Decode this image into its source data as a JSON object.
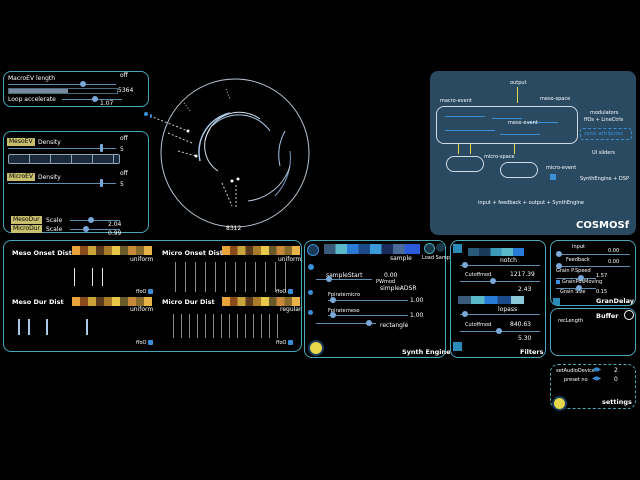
{
  "macro": {
    "length_label": "MacroEV length",
    "length_off": "off",
    "length_value": "5364",
    "loop_label": "Loop accelerate",
    "loop_value": "1.07"
  },
  "density": {
    "meso_tag": "MesoEV",
    "meso_label": "Density",
    "meso_off": "off",
    "meso_value": "5",
    "micro_tag": "MicroEV",
    "micro_label": "Density",
    "micro_off": "off",
    "micro_value": "5",
    "mesodur_tag": "MesoDur",
    "mesodur_label": "Scale",
    "mesodur_value": "2.04",
    "microdur_tag": "MicroDur",
    "microdur_label": "Scale",
    "microdur_value": "0.99"
  },
  "circle_readout": "8312",
  "diagram": {
    "output": "output",
    "macro_event": "macro-event",
    "meso_space": "meso-space",
    "meso_event": "meso-event",
    "micro_space": "micro-space",
    "micro_event": "micro-event",
    "modulators": "modulators",
    "modulators_sub": "ffOs + LineCtrls",
    "sonic_attributes": "sonic attributes",
    "ui_sliders": "UI sliders",
    "synth_engine_dsp": "SynthEngine + DSP",
    "input_line": "input + feedback + output + SynthEngine",
    "brand": "COSMOSf"
  },
  "dist": {
    "meso_onset": "Meso Onset Dist",
    "meso_onset_mode": "uniform",
    "meso_onset_ffo": "ffoO",
    "micro_onset": "Micro Onset Dist",
    "micro_onset_mode": "uniform",
    "micro_onset_ffo": "ffoO",
    "meso_dur": "Meso Dur  Dist",
    "meso_dur_mode": "uniform",
    "meso_dur_ffo": "ffoO",
    "micro_dur": "Micro Dur Dist",
    "micro_dur_mode": "regular",
    "micro_dur_ffo": "ffoO"
  },
  "synth": {
    "sample": "sample",
    "load_samp": "Load Samp",
    "sample_start": "sampleStart",
    "sample_start_value": "0.00",
    "pwmod": "PWmod",
    "simple_adsr": "simpleADSR",
    "fpirate_micro": "Fpirate",
    "micro": "micro",
    "micro_value": "1.00",
    "fpirate_meso": "Fpirate",
    "meso": "meso",
    "meso_value": "1.00",
    "rectangle": "rectangle",
    "title": "Synth Engine"
  },
  "filters": {
    "notch": "notch",
    "notch_cutoff_label": "Cutoffmod",
    "notch_cutoff_value": "1217.39",
    "notch_q_value": "2.43",
    "lopass": "lopass",
    "lopass_cutoff_label": "Cutoffmod",
    "lopass_cutoff_value": "840.63",
    "lopass_q_value": "5.30",
    "title": "Filters"
  },
  "grandelay": {
    "input": "Input",
    "input_value": "0.00",
    "feedback": "Feedback",
    "feedback_value": "0.00",
    "grain_pitch": "Grain P.Speed",
    "grain_pitch_value": "1.57",
    "grain_pos": "GrainPosMoving",
    "grain_size": "Grain Size",
    "grain_size_value": "0.15",
    "title": "GranDelay"
  },
  "buffer": {
    "rec_length": "recLength",
    "title": "Buffer"
  },
  "settings": {
    "audio_device": "setAudioDevice",
    "audio_device_value": "2",
    "preset": "preset no",
    "preset_value": "0",
    "title": "settings"
  },
  "colors": {
    "accent": "#4aa7b8",
    "yellow": "#e6d84a",
    "tag": "#c8bf6e",
    "slider": "#5a8fb0"
  }
}
